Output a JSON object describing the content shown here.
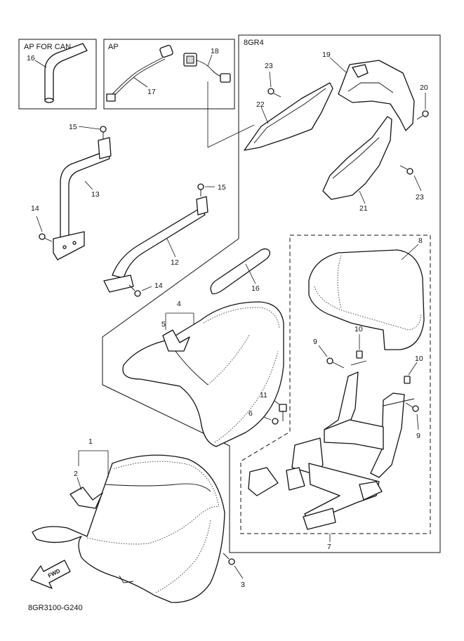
{
  "diagram_code": "8GR3100-G240",
  "boxes": {
    "ap_for_can": "AP FOR CAN",
    "ap": "AP",
    "model": "8GR4"
  },
  "fwd_label": "FWD",
  "callouts": {
    "c1": "1",
    "c2": "2",
    "c3": "3",
    "c4": "4",
    "c5": "5",
    "c6": "6",
    "c7": "7",
    "c8": "8",
    "c9a": "9",
    "c9b": "9",
    "c10a": "10",
    "c10b": "10",
    "c11": "11",
    "c12": "12",
    "c13": "13",
    "c14a": "14",
    "c14b": "14",
    "c15a": "15",
    "c15b": "15",
    "c16a": "16",
    "c16b": "16",
    "c17": "17",
    "c18": "18",
    "c19": "19",
    "c20": "20",
    "c21": "21",
    "c22": "22",
    "c23a": "23",
    "c23b": "23"
  }
}
